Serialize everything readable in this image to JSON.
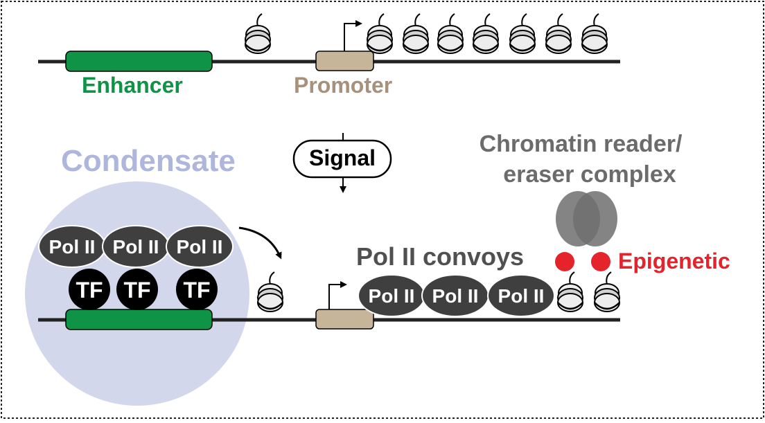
{
  "labels": {
    "enhancer": "Enhancer",
    "promoter": "Promoter",
    "condensate": "Condensate",
    "signal": "Signal",
    "reader_line1": "Chromatin reader/",
    "reader_line2": "eraser complex",
    "convoys": "Pol II convoys",
    "epigenetic": "Epigenetic"
  },
  "polymerase": {
    "label": "Pol II",
    "condensate_count": 3,
    "convoy_count": 3
  },
  "transcription_factor": {
    "label": "TF",
    "count": 3
  },
  "nucleosomes": {
    "top_row": 8,
    "bottom_row": 3
  },
  "colors": {
    "enhancer": "#0f9447",
    "promoter": "#c6b598",
    "condensate": "#d3d7ec",
    "polymerase": "#3f3f3f",
    "epigenetic_mark": "#e4232b",
    "reader_complex": "#6e6e6e"
  }
}
